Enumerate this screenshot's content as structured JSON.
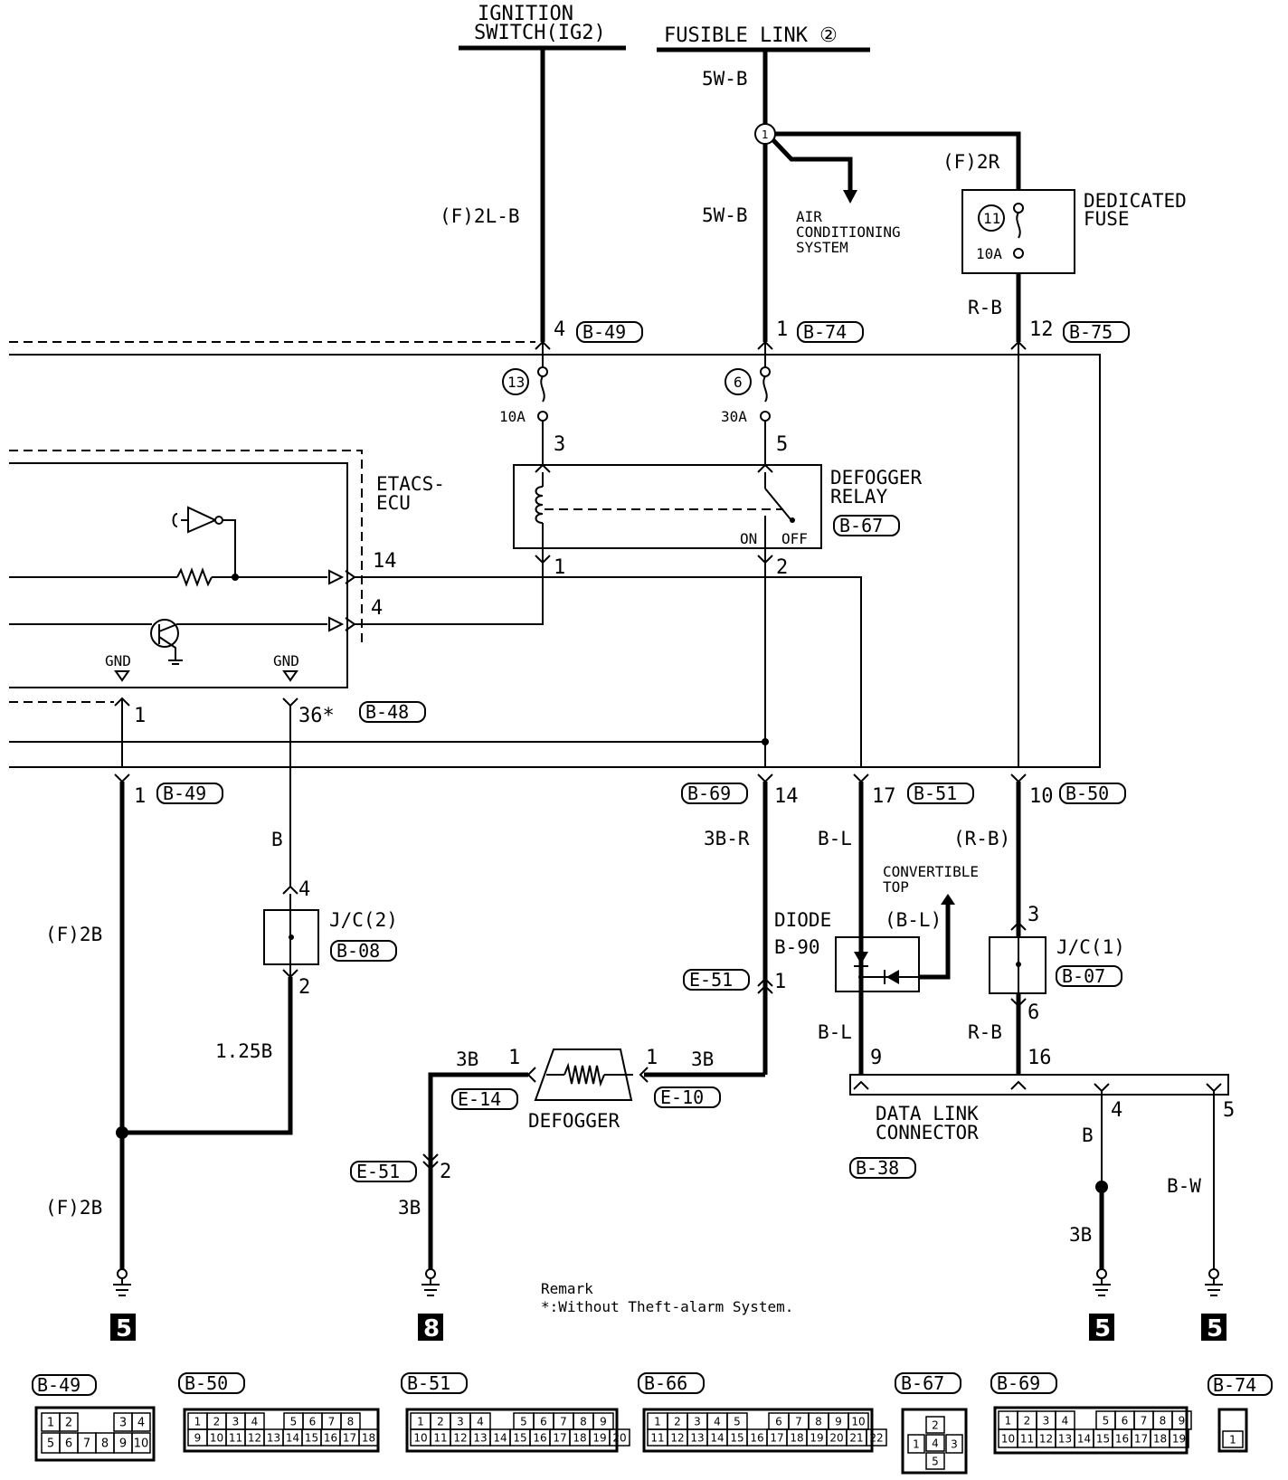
{
  "sources": {
    "ignition": [
      "IGNITION",
      "SWITCH(IG2)"
    ],
    "fusible": "FUSIBLE LINK ②"
  },
  "wires": {
    "ign_wire": "(F)2L-B",
    "fl_wire_top": "5W-B",
    "fl_wire_mid": "5W-B",
    "ded_wire_top": "(F)2R",
    "ded_wire_bot": "R-B",
    "b_wire": "B",
    "b125_wire": "1.25B",
    "f2b_upper": "(F)2B",
    "f2b_lower": "(F)2B",
    "w3br": "3B-R",
    "wbl": "B-L",
    "wrb_paren": "(R-B)",
    "wbl2": "B-L",
    "wrb2": "R-B",
    "w3b_left": "3B",
    "w3b_right": "3B",
    "w3b_down": "3B",
    "w3b_dlc": "3B",
    "wb_dlc": "B",
    "wbw_dlc": "B-W",
    "wbl_paren": "(B-L)"
  },
  "components": {
    "aircon": [
      "AIR",
      "CONDITIONING",
      "SYSTEM"
    ],
    "dedicated_fuse": [
      "DEDICATED",
      "FUSE"
    ],
    "fuse11_num": "11",
    "fuse11_amp": "10A",
    "fuse13_num": "13",
    "fuse13_amp": "10A",
    "fuse6_num": "6",
    "fuse6_amp": "30A",
    "relay": [
      "DEFOGGER",
      "RELAY"
    ],
    "relay_on": "ON",
    "relay_off": "OFF",
    "etacs": [
      "ETACS-",
      "ECU"
    ],
    "gnd": "GND",
    "jc2": "J/C(2)",
    "jc1": "J/C(1)",
    "diode": [
      "DIODE",
      "B-90"
    ],
    "convertible": [
      "CONVERTIBLE",
      "TOP"
    ],
    "defogger": "DEFOGGER",
    "dlc": [
      "DATA LINK",
      "CONNECTOR"
    ],
    "splice_num": "1"
  },
  "connectors": {
    "b49_top": "B-49",
    "b74": "B-74",
    "b75": "B-75",
    "b67": "B-67",
    "b48": "B-48",
    "b49_bot": "B-49",
    "b69": "B-69",
    "b51": "B-51",
    "b50": "B-50",
    "b08": "B-08",
    "b07": "B-07",
    "e51_top": "E-51",
    "e14": "E-14",
    "e10": "E-10",
    "e51_bot": "E-51",
    "b38": "B-38"
  },
  "pins": {
    "p4_ign": "4",
    "p1_fl": "1",
    "p12_ded": "12",
    "p3_relay": "3",
    "p5_relay": "5",
    "p1_relay": "1",
    "p2_relay": "2",
    "p14_ecu": "14",
    "p4_ecu": "4",
    "p1_gnd": "1",
    "p36_gnd": "36*",
    "p1_b49": "1",
    "p14_b69": "14",
    "p17_b51": "17",
    "p10_b50": "10",
    "p4_jc2": "4",
    "p2_jc2": "2",
    "p3_jc1": "3",
    "p6_jc1": "6",
    "p1_e51": "1",
    "p1_defl": "1",
    "p1_defr": "1",
    "p2_e51": "2",
    "p9_dlc": "9",
    "p16_dlc": "16",
    "p4_dlc": "4",
    "p5_dlc": "5"
  },
  "grounds": [
    "5",
    "8",
    "5",
    "5"
  ],
  "remark": [
    "Remark",
    "*:Without Theft-alarm System."
  ],
  "connector_views": {
    "b49": {
      "label": "B-49",
      "pins": [
        "1",
        "2",
        "3",
        "4",
        "5",
        "6",
        "7",
        "8",
        "9",
        "10"
      ]
    },
    "b50": {
      "label": "B-50",
      "pins": [
        "1",
        "2",
        "3",
        "4",
        "5",
        "6",
        "7",
        "8",
        "9",
        "10",
        "11",
        "12",
        "13",
        "14",
        "15",
        "16",
        "17",
        "18"
      ]
    },
    "b51": {
      "label": "B-51",
      "pins": [
        "1",
        "2",
        "3",
        "4",
        "5",
        "6",
        "7",
        "8",
        "9",
        "10",
        "11",
        "12",
        "13",
        "14",
        "15",
        "16",
        "17",
        "18",
        "19",
        "20"
      ]
    },
    "b66": {
      "label": "B-66",
      "pins": [
        "1",
        "2",
        "3",
        "4",
        "5",
        "6",
        "7",
        "8",
        "9",
        "10",
        "11",
        "12",
        "13",
        "14",
        "15",
        "16",
        "17",
        "18",
        "19",
        "20",
        "21",
        "22"
      ]
    },
    "b67": {
      "label": "B-67",
      "pins": [
        "1",
        "2",
        "3",
        "4",
        "5"
      ]
    },
    "b69": {
      "label": "B-69",
      "pins": [
        "1",
        "2",
        "3",
        "4",
        "5",
        "6",
        "7",
        "8",
        "9",
        "10",
        "11",
        "12",
        "13",
        "14",
        "15",
        "16",
        "17",
        "18",
        "19"
      ]
    },
    "b74": {
      "label": "B-74",
      "pins": [
        "1"
      ]
    }
  }
}
